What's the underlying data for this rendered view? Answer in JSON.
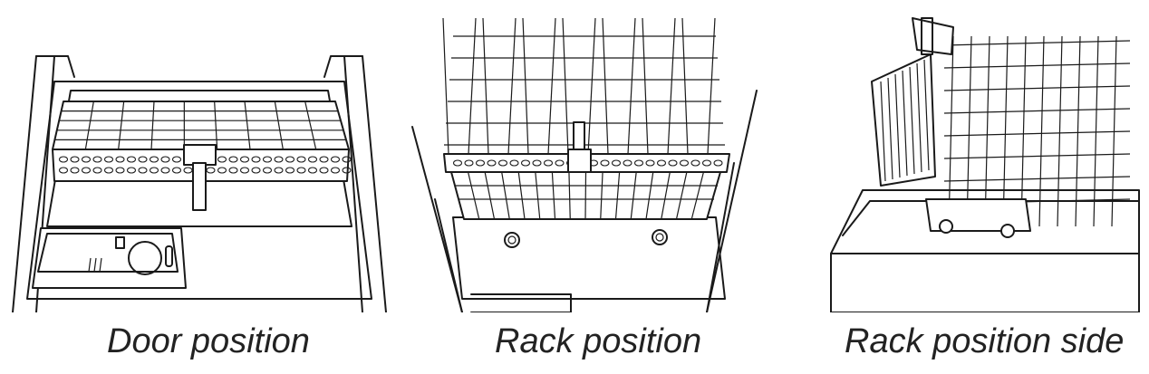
{
  "panels": [
    {
      "caption": "Door position"
    },
    {
      "caption": "Rack position"
    },
    {
      "caption": "Rack position side"
    }
  ]
}
